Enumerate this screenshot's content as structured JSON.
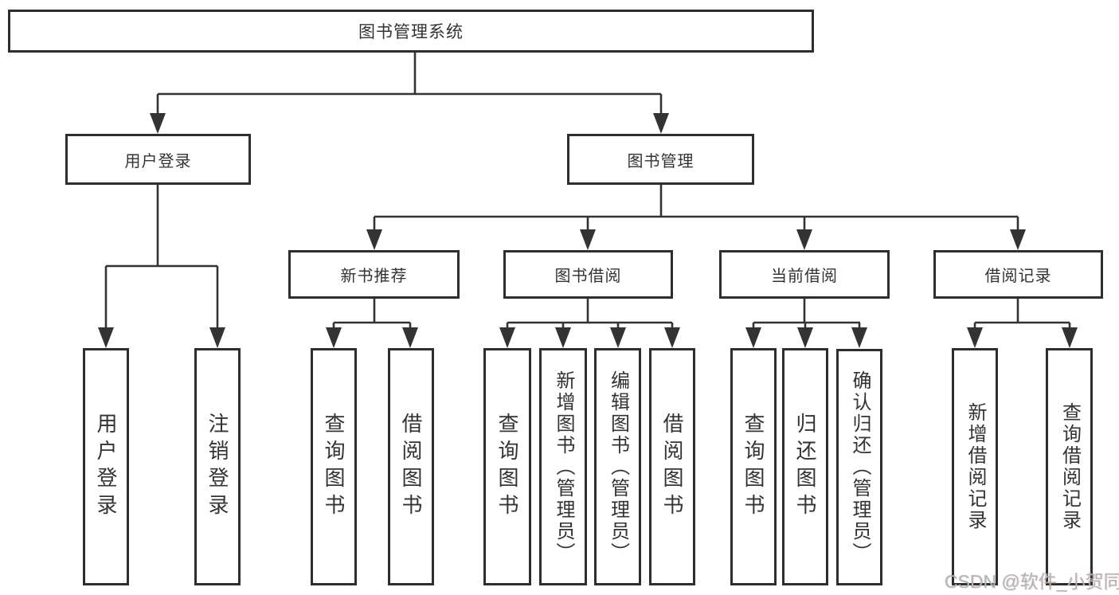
{
  "diagram_type": "tree-structure-chart",
  "tree": {
    "root": {
      "label": "图书管理系统",
      "children": [
        {
          "label": "用户登录",
          "children": [
            {
              "label": "用户登录"
            },
            {
              "label": "注销登录"
            }
          ]
        },
        {
          "label": "图书管理",
          "children": [
            {
              "label": "新书推荐",
              "children": [
                {
                  "label": "查询图书"
                },
                {
                  "label": "借阅图书"
                }
              ]
            },
            {
              "label": "图书借阅",
              "children": [
                {
                  "label": "查询图书"
                },
                {
                  "label": "新增图书（管理员）"
                },
                {
                  "label": "编辑图书（管理员）"
                },
                {
                  "label": "借阅图书"
                }
              ]
            },
            {
              "label": "当前借阅",
              "children": [
                {
                  "label": "查询图书"
                },
                {
                  "label": "归还图书"
                },
                {
                  "label": "确认归还（管理员）"
                }
              ]
            },
            {
              "label": "借阅记录",
              "children": [
                {
                  "label": "新增借阅记录"
                },
                {
                  "label": "查询借阅记录"
                }
              ]
            }
          ]
        }
      ]
    }
  },
  "watermark": "CSDN @软件_小贺同学",
  "colors": {
    "line": "#333333",
    "box_border": "#2e2e2e",
    "box_fill": "#ffffff",
    "text": "#333333",
    "watermark": "#b3b3b3",
    "background": "#ffffff"
  }
}
